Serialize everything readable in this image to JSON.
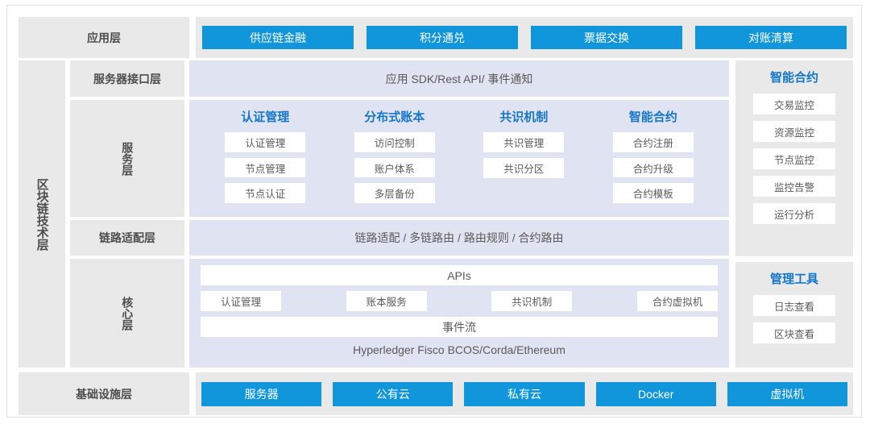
{
  "application_layer": {
    "label": "应用层",
    "items": [
      "供应链金融",
      "积分通兑",
      "票据交换",
      "对账清算"
    ]
  },
  "spine": {
    "label": "区块链技术层"
  },
  "server_interface_layer": {
    "label": "服务器接口层",
    "content": "应用 SDK/Rest API/ 事件通知"
  },
  "service_layer": {
    "label": "服务层",
    "columns": [
      {
        "title": "认证管理",
        "items": [
          "认证管理",
          "节点管理",
          "节点认证"
        ]
      },
      {
        "title": "分布式账本",
        "items": [
          "访问控制",
          "账户体系",
          "多层备份"
        ]
      },
      {
        "title": "共识机制",
        "items": [
          "共识管理",
          "共识分区"
        ]
      },
      {
        "title": "智能合约",
        "items": [
          "合约注册",
          "合约升级",
          "合约模板"
        ]
      }
    ]
  },
  "link_adapt_layer": {
    "label": "链路适配层",
    "content": "链路适配 / 多链路由 / 路由规则 / 合约路由"
  },
  "core_layer": {
    "label": "核心层",
    "apis": "APIs",
    "modules": [
      "认证管理",
      "账本服务",
      "共识机制",
      "合约虚拟机"
    ],
    "event_stream": "事件流",
    "foundation": "Hyperledger Fisco BCOS/Corda/Ethereum"
  },
  "right_panels": [
    {
      "title": "智能合约",
      "items": [
        "交易监控",
        "资源监控",
        "节点监控",
        "监控告警",
        "运行分析"
      ]
    },
    {
      "title": "管理工具",
      "items": [
        "日志查看",
        "区块查看"
      ]
    }
  ],
  "infrastructure_layer": {
    "label": "基础设施层",
    "items": [
      "服务器",
      "公有云",
      "私有云",
      "Docker",
      "虚拟机"
    ]
  },
  "colors": {
    "accent_blue": "#1296db",
    "title_blue": "#1677c9",
    "panel_gray": "#e9e9e9",
    "panel_lavender": "#e0e3f1",
    "text_gray": "#5a5a5a"
  }
}
